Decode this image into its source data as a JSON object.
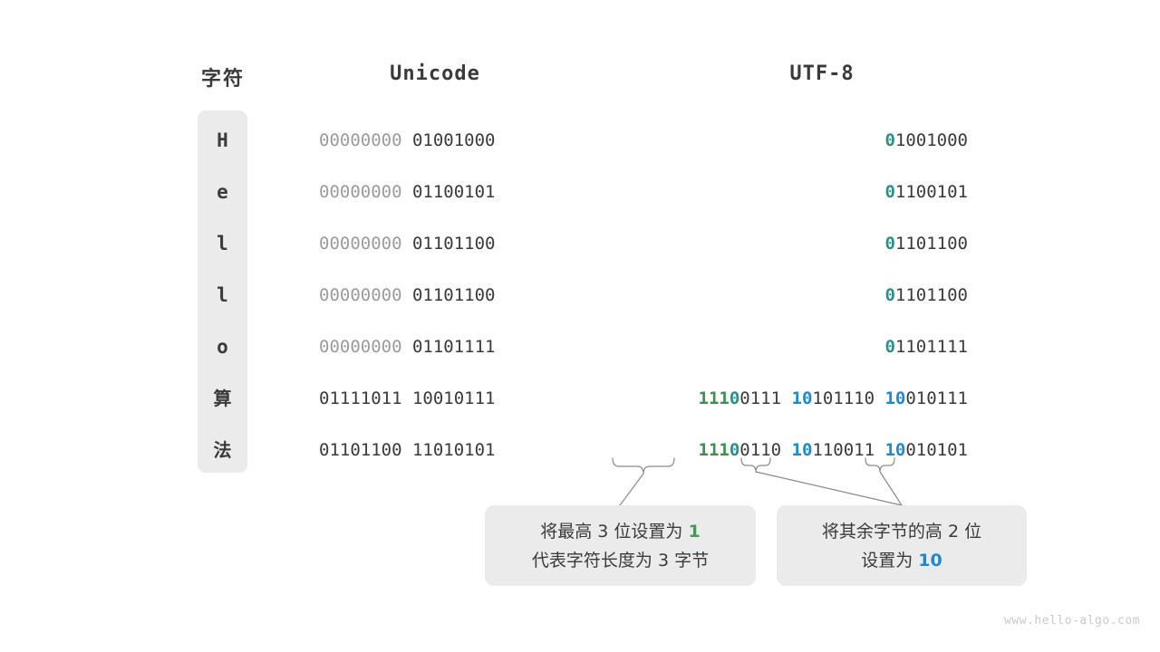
{
  "headers": {
    "char": "字符",
    "unicode": "Unicode",
    "utf8": "UTF-8"
  },
  "rows": [
    {
      "char": "H",
      "unicode": [
        {
          "text": "00000000 ",
          "style": "dim"
        },
        {
          "text": "01001000",
          "style": "dark"
        }
      ],
      "utf8": [
        {
          "text": "0",
          "style": "teal"
        },
        {
          "text": "1001000",
          "style": "dark"
        }
      ]
    },
    {
      "char": "e",
      "unicode": [
        {
          "text": "00000000 ",
          "style": "dim"
        },
        {
          "text": "01100101",
          "style": "dark"
        }
      ],
      "utf8": [
        {
          "text": "0",
          "style": "teal"
        },
        {
          "text": "1100101",
          "style": "dark"
        }
      ]
    },
    {
      "char": "l",
      "unicode": [
        {
          "text": "00000000 ",
          "style": "dim"
        },
        {
          "text": "01101100",
          "style": "dark"
        }
      ],
      "utf8": [
        {
          "text": "0",
          "style": "teal"
        },
        {
          "text": "1101100",
          "style": "dark"
        }
      ]
    },
    {
      "char": "l",
      "unicode": [
        {
          "text": "00000000 ",
          "style": "dim"
        },
        {
          "text": "01101100",
          "style": "dark"
        }
      ],
      "utf8": [
        {
          "text": "0",
          "style": "teal"
        },
        {
          "text": "1101100",
          "style": "dark"
        }
      ]
    },
    {
      "char": "o",
      "unicode": [
        {
          "text": "00000000 ",
          "style": "dim"
        },
        {
          "text": "01101111",
          "style": "dark"
        }
      ],
      "utf8": [
        {
          "text": "0",
          "style": "teal"
        },
        {
          "text": "1101111",
          "style": "dark"
        }
      ]
    },
    {
      "char": "算",
      "cjk": true,
      "unicode": [
        {
          "text": "01111011 10010111",
          "style": "dark"
        }
      ],
      "utf8": [
        {
          "text": "111",
          "style": "green"
        },
        {
          "text": "0",
          "style": "teal"
        },
        {
          "text": "0111 ",
          "style": "dark"
        },
        {
          "text": "10",
          "style": "blue"
        },
        {
          "text": "101110 ",
          "style": "dark"
        },
        {
          "text": "10",
          "style": "blue"
        },
        {
          "text": "010111",
          "style": "dark"
        }
      ]
    },
    {
      "char": "法",
      "cjk": true,
      "unicode": [
        {
          "text": "01101100 11010101",
          "style": "dark"
        }
      ],
      "utf8": [
        {
          "text": "111",
          "style": "green"
        },
        {
          "text": "0",
          "style": "teal"
        },
        {
          "text": "0110 ",
          "style": "dark"
        },
        {
          "text": "10",
          "style": "blue"
        },
        {
          "text": "110011 ",
          "style": "dark"
        },
        {
          "text": "10",
          "style": "blue"
        },
        {
          "text": "010101",
          "style": "dark"
        }
      ]
    }
  ],
  "annotations": [
    {
      "id": "anno-1",
      "lines": [
        [
          {
            "text": "将最高 3 位设置为 ",
            "style": "plain"
          },
          {
            "text": "1",
            "style": "green"
          }
        ],
        [
          {
            "text": "代表字符长度为 3 字节",
            "style": "plain"
          }
        ]
      ]
    },
    {
      "id": "anno-2",
      "lines": [
        [
          {
            "text": "将其余字节的高 2 位",
            "style": "plain"
          }
        ],
        [
          {
            "text": "设置为 ",
            "style": "plain"
          },
          {
            "text": "10",
            "style": "blue"
          }
        ]
      ]
    }
  ],
  "watermark": "www.hello-algo.com",
  "colors": {
    "green": "#3f8f4e",
    "teal": "#2e8f85",
    "blue": "#1b8ad3",
    "dark": "#3a3a3a",
    "dim": "#9b9b9b",
    "box": "#ebebeb",
    "connector": "#8a8a8a"
  },
  "layout": {
    "row_top_start": 138,
    "row_step": 57
  }
}
